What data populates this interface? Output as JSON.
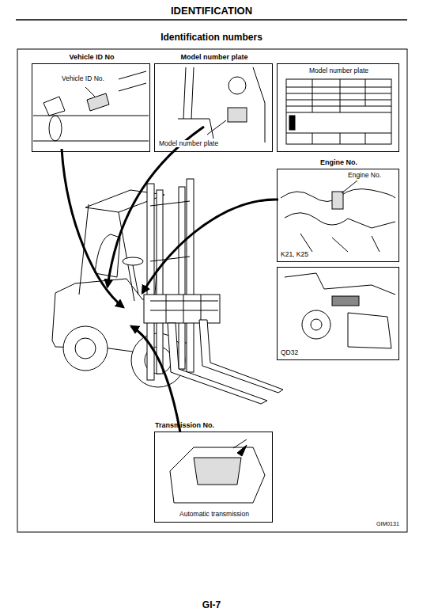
{
  "diagram": {
    "title": "IDENTIFICATION",
    "nodes": [
      {
        "text": [
          "Vehicle ID No",
          "Vehicle ID No."
        ]
      },
      {
        "text": [
          "Model number plate",
          "Model number plate"
        ]
      },
      {
        "text": [
          "Model number plate"
        ]
      },
      {
        "text": [
          "Engine No.",
          "Engine No.",
          "K21, K25"
        ]
      },
      {
        "text": [
          "QD32"
        ]
      },
      {
        "text": [
          "Transmission No.",
          "Automatic transmission"
        ]
      }
    ],
    "labels": [
      "Identification numbers",
      "GIM0131",
      "GI-7"
    ]
  }
}
